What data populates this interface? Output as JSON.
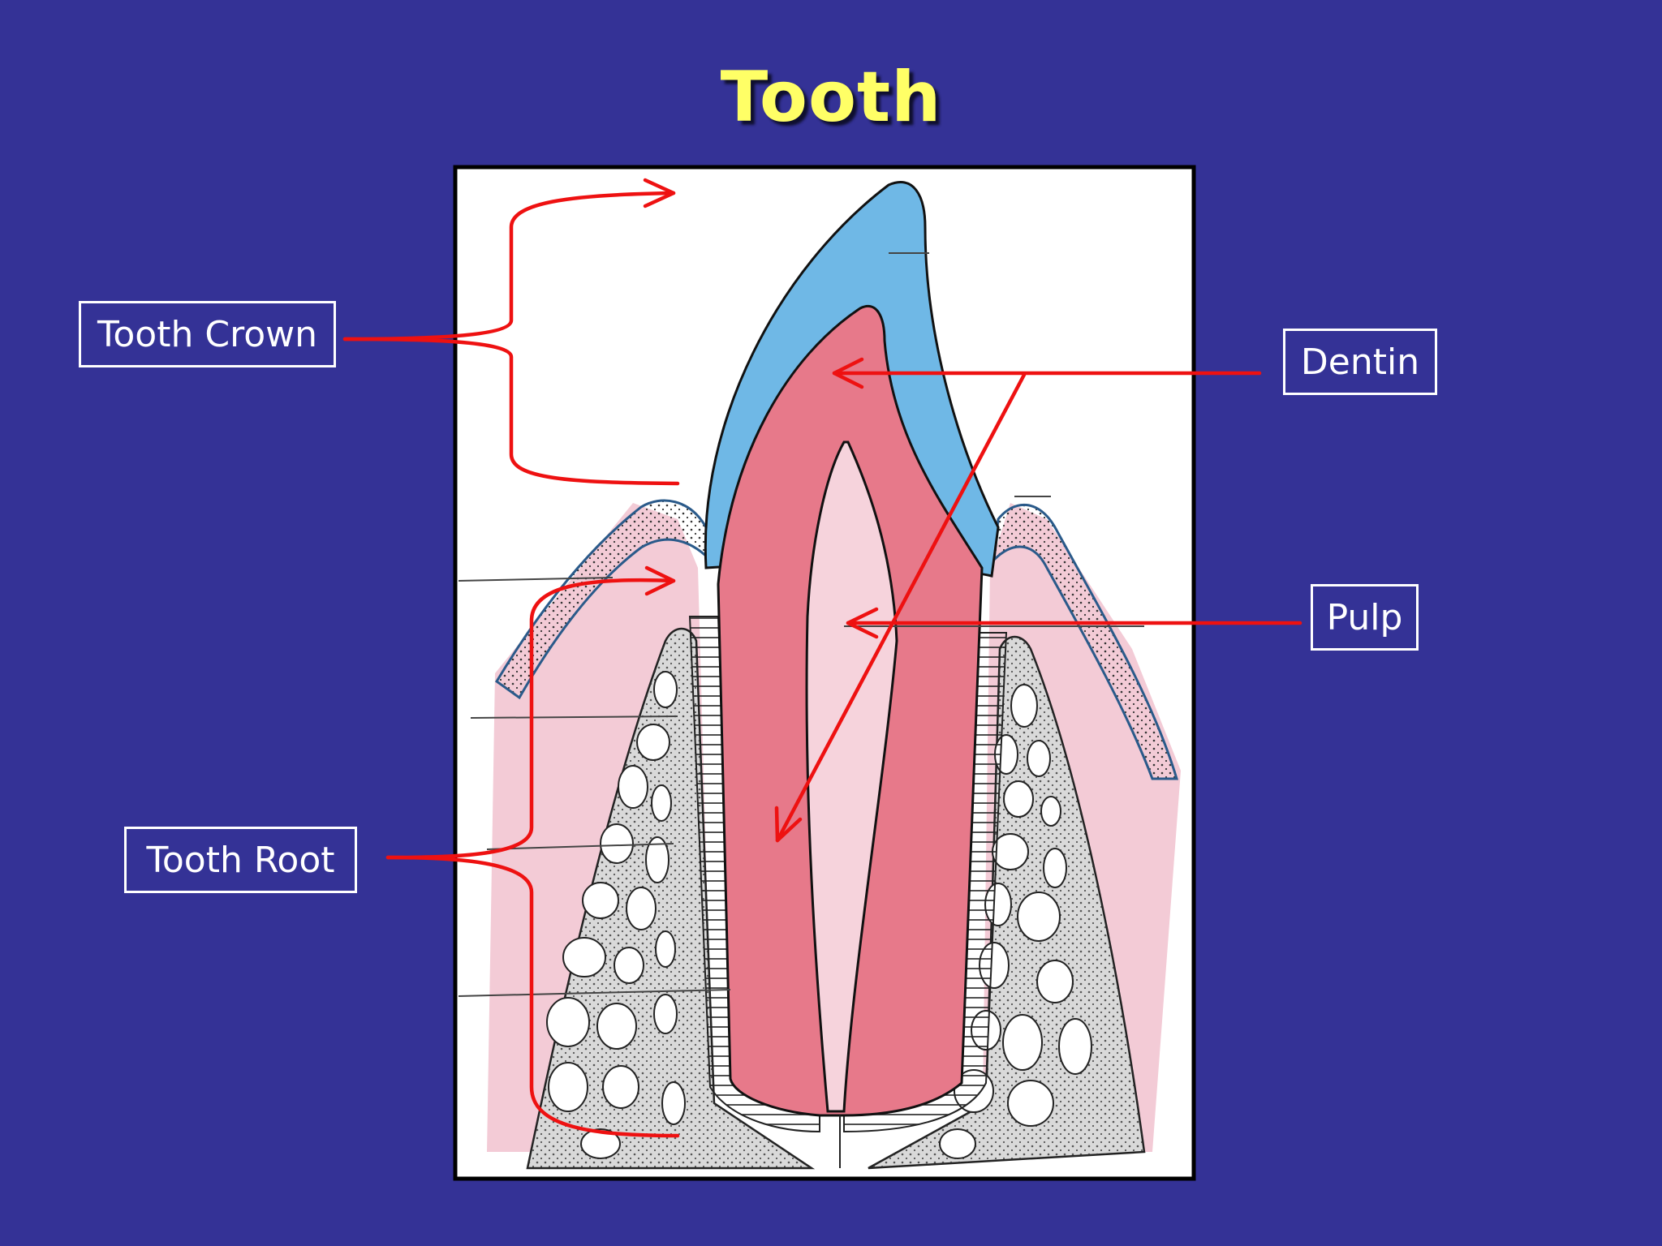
{
  "slide": {
    "title": "Tooth"
  },
  "labels": {
    "crown": "Tooth Crown",
    "root": "Tooth Root",
    "dentin": "Dentin",
    "pulp": "Pulp"
  },
  "colors": {
    "background": "#343296",
    "title": "#ffff66",
    "enamel": "#6fb8e6",
    "dentin": "#e7798a",
    "pulp": "#f6d3dc",
    "gum": "#f2c9d4",
    "bone": "#d6d6d6",
    "arrow": "#ee1111"
  }
}
